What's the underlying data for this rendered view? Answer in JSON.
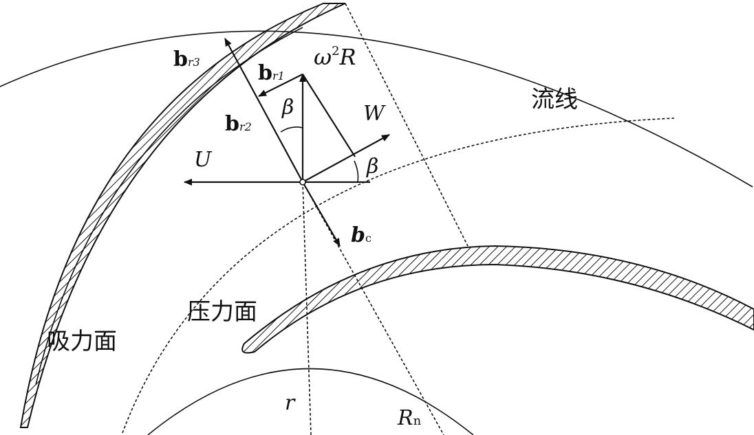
{
  "labels": {
    "b_r3_main": "b",
    "b_r3_sub": "r3",
    "b_r1_main": "b",
    "b_r1_sub": "r1",
    "b_r2_main": "b",
    "b_r2_sub": "r2",
    "omega2R_omega": "ω",
    "omega2R_sup": "2",
    "omega2R_R": "R",
    "beta_upper": "β",
    "beta_lower": "β",
    "W": "W",
    "U": "U",
    "b_c_main": "b",
    "b_c_sub": "c",
    "streamline": "流线",
    "pressure_surface": "压力面",
    "suction_surface": "吸力面",
    "r": "r",
    "R_n_main": "R",
    "R_n_sub": "n"
  }
}
